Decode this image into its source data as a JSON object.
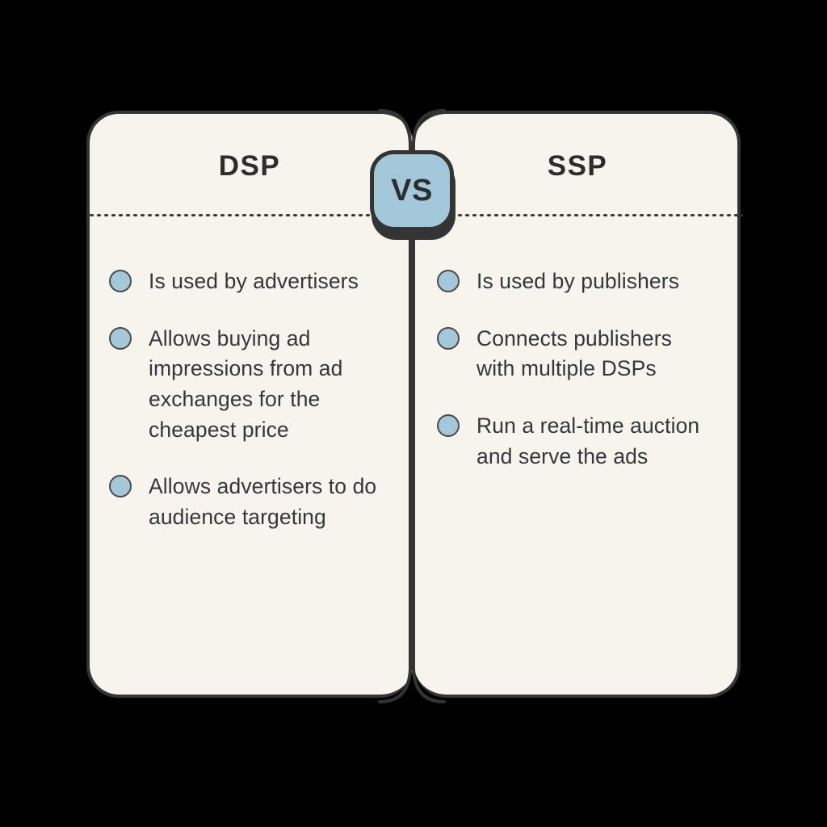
{
  "graphic": {
    "type": "comparison-infographic",
    "center_badge_label": "VS",
    "colors": {
      "page_background": "#000000",
      "panel_background": "#f7f4ed",
      "panel_border": "#343434",
      "accent_blue": "#a3c8da",
      "text_dark": "#33373c",
      "title_dark": "#2d2d2d"
    }
  },
  "left_panel": {
    "title": "DSP",
    "bullets": [
      "Is used by advertisers",
      "Allows buying ad impressions from ad exchanges for the cheapest price",
      "Allows advertisers to do audience targeting"
    ]
  },
  "right_panel": {
    "title": "SSP",
    "bullets": [
      "Is used by publishers",
      "Connects publishers with multiple DSPs",
      "Run a real-time auction and serve the ads"
    ]
  }
}
